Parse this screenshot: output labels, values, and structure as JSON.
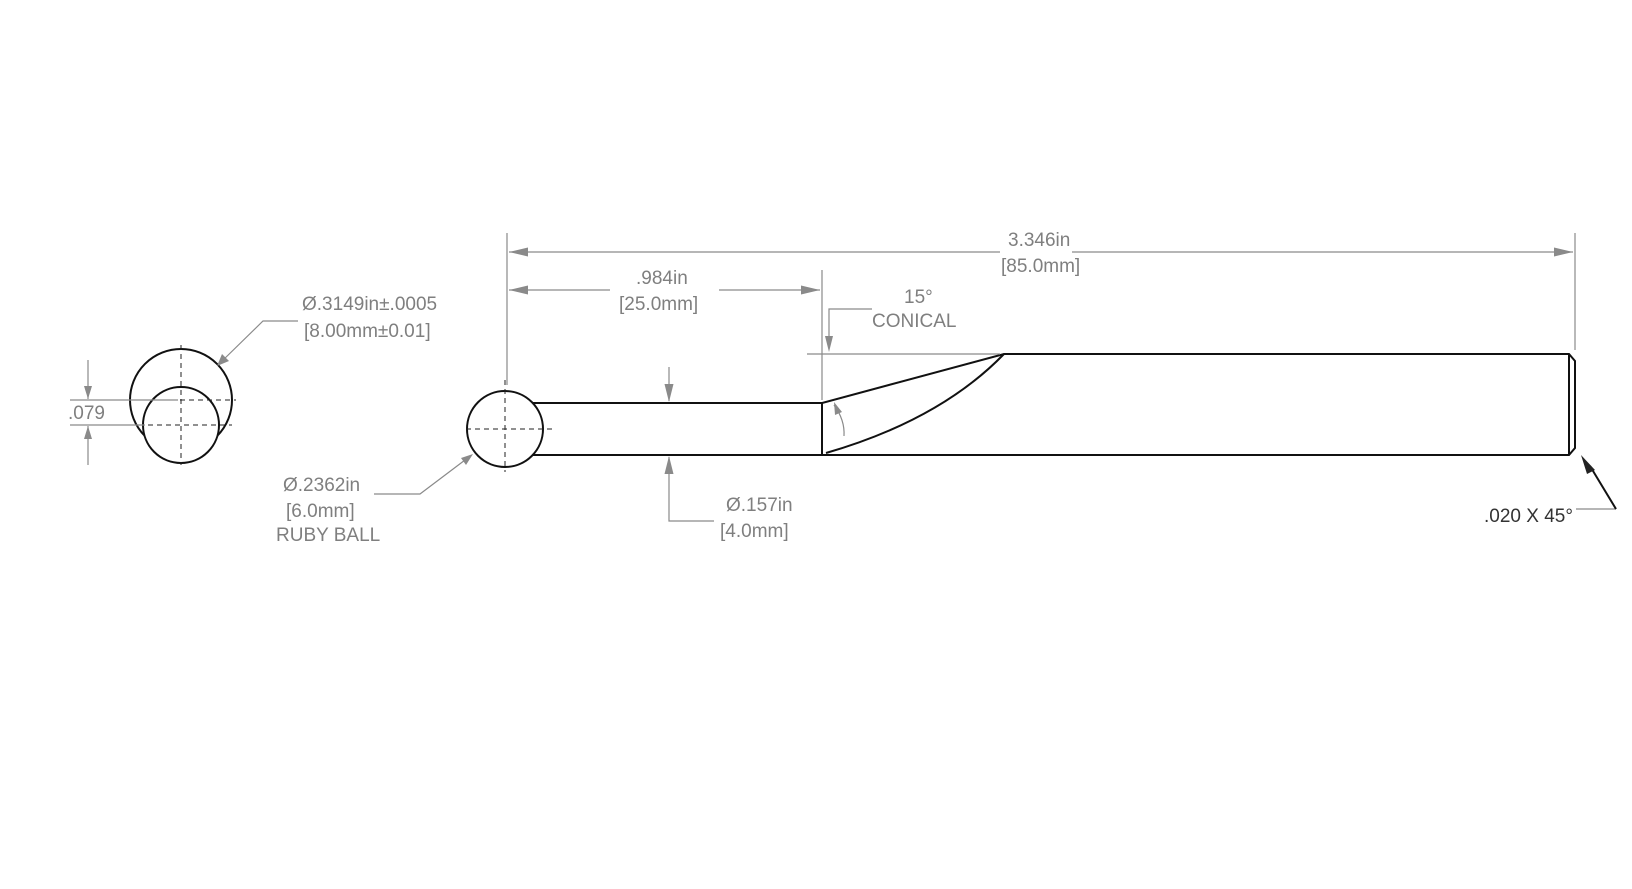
{
  "end_view": {
    "diameter_inch": "Ø.3149in±.0005",
    "diameter_mm": "[8.00mm±0.01]",
    "offset": ".079"
  },
  "ball": {
    "diameter_inch": "Ø.2362in",
    "diameter_mm": "[6.0mm]",
    "note": "RUBY BALL"
  },
  "stem": {
    "diameter_inch": "Ø.157in",
    "diameter_mm": "[4.0mm]"
  },
  "length_to_cone": {
    "inch": ".984in",
    "mm": "[25.0mm]"
  },
  "overall_length": {
    "inch": "3.346in",
    "mm": "[85.0mm]"
  },
  "cone": {
    "angle": "15°",
    "label": "CONICAL"
  },
  "chamfer": {
    "label": ".020 X 45°"
  },
  "colors": {
    "line": "#111111",
    "dimension": "#8a8a8a",
    "text": "#7f7f7f"
  }
}
